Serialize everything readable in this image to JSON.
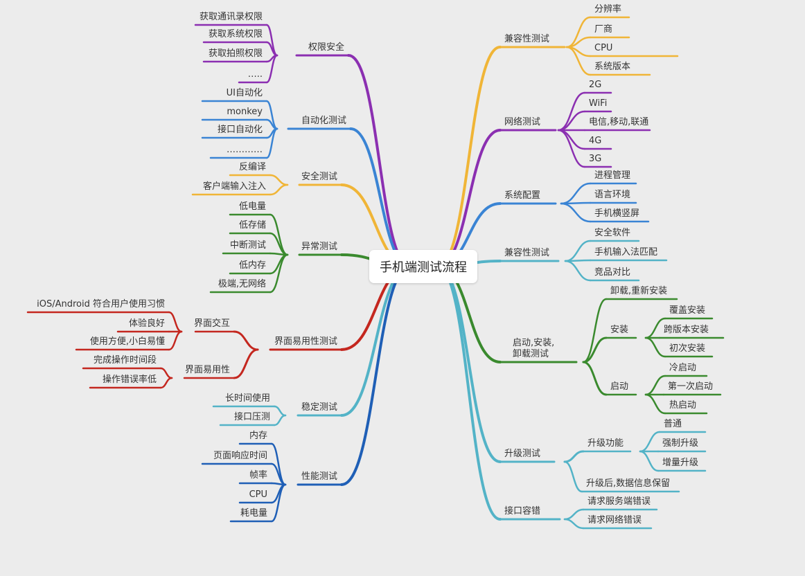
{
  "root": "手机端测试流程",
  "colors": {
    "purple": "#8b2fb1",
    "blue": "#3a84d4",
    "orange": "#f0b537",
    "green": "#3a8a2e",
    "red": "#c4271f",
    "teal": "#53b3c7",
    "navy": "#1f5fb6"
  },
  "left": [
    {
      "label": "权限安全",
      "color": "purple",
      "children": [
        {
          "label": "获取通讯录权限"
        },
        {
          "label": "获取系统权限"
        },
        {
          "label": "获取拍照权限"
        },
        {
          "label": "….."
        }
      ]
    },
    {
      "label": "自动化测试",
      "color": "blue",
      "children": [
        {
          "label": "UI自动化"
        },
        {
          "label": "monkey"
        },
        {
          "label": "接口自动化"
        },
        {
          "label": "…………"
        }
      ]
    },
    {
      "label": "安全测试",
      "color": "orange",
      "children": [
        {
          "label": "反编译"
        },
        {
          "label": "客户端输入注入"
        }
      ]
    },
    {
      "label": "异常测试",
      "color": "green",
      "children": [
        {
          "label": "低电量"
        },
        {
          "label": "低存储"
        },
        {
          "label": "中断测试"
        },
        {
          "label": "低内存"
        },
        {
          "label": "极端,无网络"
        }
      ]
    },
    {
      "label": "界面易用性测试",
      "color": "red",
      "children": [
        {
          "label": "界面交互",
          "children": [
            {
              "label": "iOS/Android 符合用户使用习惯"
            },
            {
              "label": "体验良好"
            },
            {
              "label": "使用方便,小白易懂"
            }
          ]
        },
        {
          "label": "界面易用性",
          "children": [
            {
              "label": "完成操作时间段"
            },
            {
              "label": "操作错误率低"
            }
          ]
        }
      ]
    },
    {
      "label": "稳定测试",
      "color": "teal",
      "children": [
        {
          "label": "长时间使用"
        },
        {
          "label": "接口压测"
        }
      ]
    },
    {
      "label": "性能测试",
      "color": "navy",
      "children": [
        {
          "label": "内存"
        },
        {
          "label": "页面响应时间"
        },
        {
          "label": "帧率"
        },
        {
          "label": "CPU"
        },
        {
          "label": "耗电量"
        }
      ]
    }
  ],
  "right": [
    {
      "label": "兼容性测试",
      "color": "orange",
      "children": [
        {
          "label": "分辨率"
        },
        {
          "label": "厂商"
        },
        {
          "label": "CPU"
        },
        {
          "label": "系统版本"
        }
      ]
    },
    {
      "label": "网络测试",
      "color": "purple",
      "children": [
        {
          "label": "2G"
        },
        {
          "label": "WiFi"
        },
        {
          "label": "电信,移动,联通"
        },
        {
          "label": "4G"
        },
        {
          "label": "3G"
        }
      ]
    },
    {
      "label": "系统配置",
      "color": "blue",
      "children": [
        {
          "label": "进程管理"
        },
        {
          "label": "语言环境"
        },
        {
          "label": "手机横竖屏"
        }
      ]
    },
    {
      "label": "兼容性测试",
      "color": "teal",
      "children": [
        {
          "label": "安全软件"
        },
        {
          "label": "手机输入法匹配"
        },
        {
          "label": "竞品对比"
        }
      ]
    },
    {
      "label": "启动,安装,卸载测试",
      "color": "green",
      "children": [
        {
          "label": "卸载,重新安装"
        },
        {
          "label": "安装",
          "children": [
            {
              "label": "覆盖安装"
            },
            {
              "label": "跨版本安装"
            },
            {
              "label": "初次安装"
            }
          ]
        },
        {
          "label": "启动",
          "children": [
            {
              "label": "冷启动"
            },
            {
              "label": "第一次启动"
            },
            {
              "label": "热启动"
            }
          ]
        }
      ]
    },
    {
      "label": "升级测试",
      "color": "teal",
      "children": [
        {
          "label": "升级功能",
          "children": [
            {
              "label": "普通"
            },
            {
              "label": "强制升级"
            },
            {
              "label": "增量升级"
            }
          ]
        },
        {
          "label": "升级后,数据信息保留"
        }
      ]
    },
    {
      "label": "接口容错",
      "color": "teal",
      "children": [
        {
          "label": "请求服务端错误"
        },
        {
          "label": "请求网络错误"
        }
      ]
    }
  ]
}
